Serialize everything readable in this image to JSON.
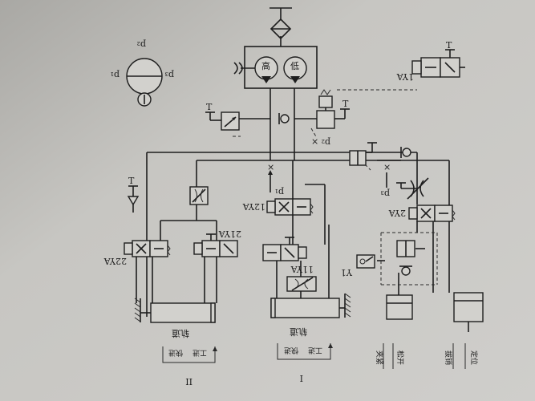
{
  "diagram": {
    "title": "",
    "labels": {
      "sol_1YA": "1YA",
      "sol_2YA": "2YA",
      "sol_11YA": "11YA",
      "sol_12YA": "12YA",
      "sol_21YA": "21YA",
      "sol_22YA": "22YA",
      "switch_Y1": "Y1",
      "p1": "p₁",
      "p2": "p₂",
      "p3": "p₃",
      "gauge_p1": "p₁",
      "gauge_p2": "p₂",
      "gauge_p3": "p₃",
      "pump_high": "高",
      "pump_low": "低",
      "rail_I": "轨道",
      "rail_II": "轨道",
      "feed_I_fast": "快进",
      "feed_I_work": "工进",
      "feed_II_fast": "快进",
      "feed_II_work": "工进",
      "clamp": "夹紧",
      "loosen": "松开",
      "position": "定位",
      "pull_out": "拔销",
      "unit_I": "I",
      "unit_II": "II",
      "tank": "T"
    }
  }
}
